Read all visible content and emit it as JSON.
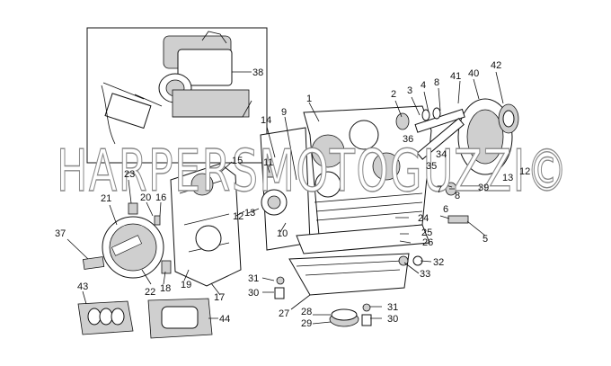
{
  "watermark": "HARPERSMOTOGUZZI©",
  "callouts": {
    "n1": "1",
    "n2": "2",
    "n3": "3",
    "n4": "4",
    "n5": "5",
    "n6": "6",
    "n7": "7",
    "n8a": "8",
    "n8b": "8",
    "n9": "9",
    "n10": "10",
    "n11": "11",
    "n12a": "12",
    "n12b": "12",
    "n13a": "13",
    "n13b": "13",
    "n14": "14",
    "n15": "15",
    "n16": "16",
    "n17": "17",
    "n18": "18",
    "n19": "19",
    "n20": "20",
    "n21": "21",
    "n22": "22",
    "n23": "23",
    "n24": "24",
    "n25": "25",
    "n26": "26",
    "n27": "27",
    "n28": "28",
    "n29": "29",
    "n30a": "30",
    "n30b": "30",
    "n31a": "31",
    "n31b": "31",
    "n32": "32",
    "n33": "33",
    "n34": "34",
    "n35": "35",
    "n36": "36",
    "n37": "37",
    "n38": "38",
    "n39": "39",
    "n40": "40",
    "n41": "41",
    "n42": "42",
    "n43": "43",
    "n44": "44"
  }
}
